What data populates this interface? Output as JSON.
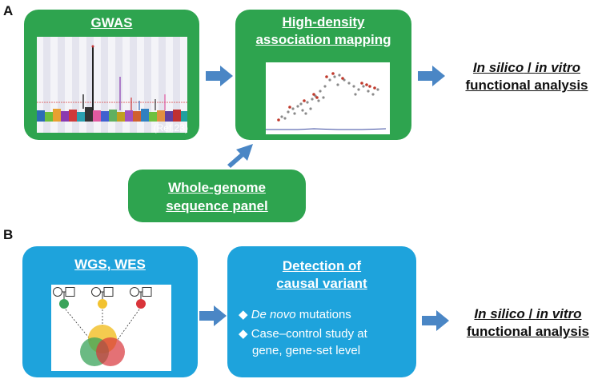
{
  "panels": {
    "a_label": "A",
    "b_label": "B"
  },
  "section_a": {
    "gwas_title": "GWAS",
    "gwas_ref": "(Ref.23)",
    "mapping_title_line1": "High-density",
    "mapping_title_line2": "association mapping",
    "wgs_panel_line1": "Whole-genome",
    "wgs_panel_line2": "sequence panel",
    "output_italic_1": "In silico",
    "output_sep": " / ",
    "output_italic_2": "in vitro",
    "output_line2": "functional analysis"
  },
  "section_b": {
    "wgs_title": "WGS, WES",
    "detect_title_line1": "Detection of",
    "detect_title_line2": "causal variant",
    "bullet1_italic": "De novo",
    "bullet1_rest": " mutations",
    "bullet2_line1": "Case–control study at",
    "bullet2_line2": "gene, gene-set level",
    "output_italic_1": "In silico",
    "output_sep": " / ",
    "output_italic_2": "in vitro",
    "output_line2": "functional analysis"
  },
  "colors": {
    "green_box": "#2ea44f",
    "blue_box": "#1ea3dc",
    "arrow": "#4a86c5",
    "venn_yellow": "#f2c230",
    "venn_green": "#3aa35a",
    "venn_red": "#d9343a"
  }
}
